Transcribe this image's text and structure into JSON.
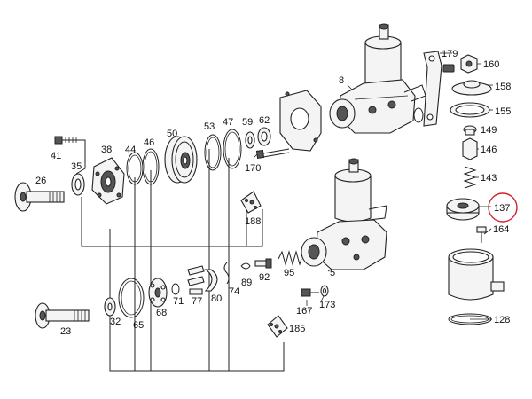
{
  "diagram": {
    "labels": {
      "p41": "41",
      "p38": "38",
      "p44": "44",
      "p46": "46",
      "p50": "50",
      "p53": "53",
      "p47": "47",
      "p59": "59",
      "p62": "62",
      "p8": "8",
      "p179": "179",
      "p160": "160",
      "p158": "158",
      "p155": "155",
      "p149": "149",
      "p146": "146",
      "p143": "143",
      "p137": "137",
      "p164": "164",
      "p35": "35",
      "p26": "26",
      "p170": "170",
      "p188": "188",
      "p5": "5",
      "p95": "95",
      "p92": "92",
      "p89": "89",
      "p74": "74",
      "p80": "80",
      "p77": "77",
      "p71": "71",
      "p68": "68",
      "p65": "65",
      "p32": "32",
      "p23": "23",
      "p167": "167",
      "p173": "173",
      "p185": "185",
      "p128": "128"
    },
    "highlight": {
      "part": "137",
      "color": "#d0202a"
    }
  }
}
